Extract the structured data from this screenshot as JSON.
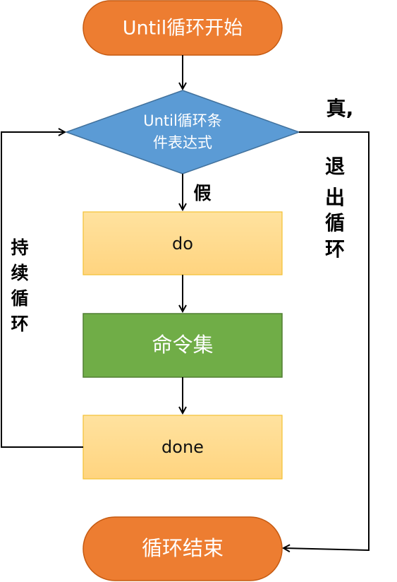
{
  "nodes": {
    "start": {
      "label": "Until循环开始",
      "fill": "#ED7D31",
      "stroke": "#C55A11"
    },
    "condition": {
      "line1": "Until循环条",
      "line2": "件表达式",
      "fill": "#5B9BD5",
      "stroke": "#41719C"
    },
    "do": {
      "label": "do",
      "fill_top": "#FFE29F",
      "fill_bottom": "#FFD47F",
      "stroke": "#F2C033"
    },
    "commands": {
      "label": "命令集",
      "fill": "#70AD47",
      "stroke": "#507E32"
    },
    "done": {
      "label": "done",
      "fill_top": "#FFE29F",
      "fill_bottom": "#FFD47F",
      "stroke": "#F2C033"
    },
    "end": {
      "label": "循环结束",
      "fill": "#ED7D31",
      "stroke": "#C55A11"
    }
  },
  "edge_labels": {
    "false": "假",
    "true_exit": {
      "line1": "真,",
      "chars": [
        "退",
        "出",
        "循",
        "环"
      ]
    },
    "continue": {
      "chars": [
        "持",
        "续",
        "循",
        "环"
      ]
    }
  },
  "colors": {
    "arrow": "#000000"
  }
}
